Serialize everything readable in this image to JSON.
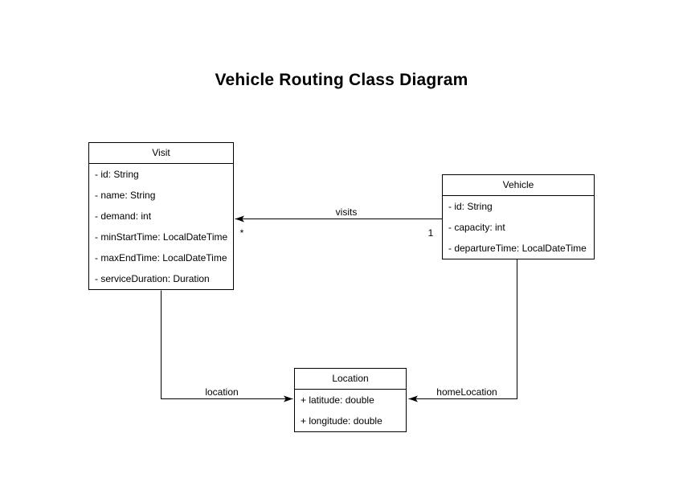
{
  "title": "Vehicle Routing Class Diagram",
  "colors": {
    "background": "#ffffff",
    "line": "#000000",
    "text": "#000000",
    "box_fill": "#ffffff"
  },
  "classes": [
    {
      "name": "Visit",
      "attributes": [
        "- id: String",
        "- name: String",
        "- demand: int",
        "- minStartTime: LocalDateTime",
        "- maxEndTime: LocalDateTime",
        "- serviceDuration: Duration"
      ]
    },
    {
      "name": "Vehicle",
      "attributes": [
        "- id: String",
        "- capacity: int",
        "- departureTime: LocalDateTime"
      ]
    },
    {
      "name": "Location",
      "attributes": [
        "+ latitude: double",
        "+ longitude: double"
      ]
    }
  ],
  "associations": [
    {
      "label": "visits",
      "from": "Vehicle",
      "to": "Visit",
      "source_multiplicity": "1",
      "target_multiplicity": "*"
    },
    {
      "label": "location",
      "from": "Visit",
      "to": "Location"
    },
    {
      "label": "homeLocation",
      "from": "Vehicle",
      "to": "Location"
    }
  ]
}
